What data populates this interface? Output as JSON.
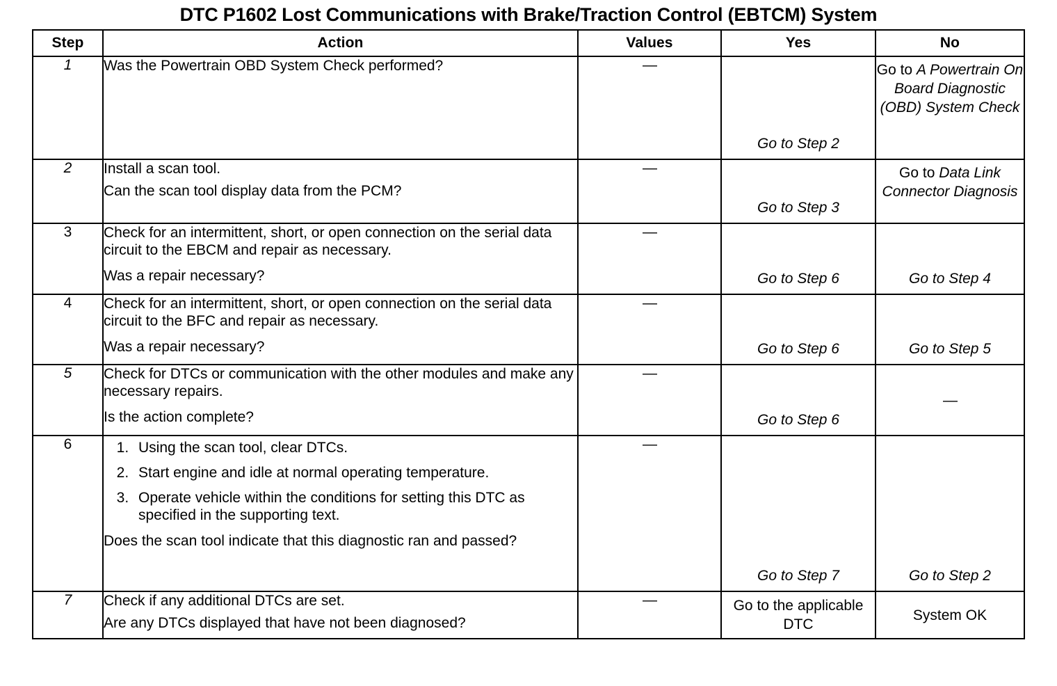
{
  "document": {
    "title": "DTC P1602 Lost Communications with Brake/Traction Control (EBTCM) System"
  },
  "table": {
    "headers": {
      "step": "Step",
      "action": "Action",
      "values": "Values",
      "yes": "Yes",
      "no": "No"
    },
    "rows": [
      {
        "step": "1",
        "action_lines": [
          "Was the Powertrain OBD System Check performed?"
        ],
        "values": "—",
        "yes": "Go to Step 2",
        "no_prefix": "Go to ",
        "no_italic": "A Powertrain On Board Diagnostic (OBD) System Check"
      },
      {
        "step": "2",
        "action_lines": [
          "Install a scan tool.",
          "Can the scan tool display data from the PCM?"
        ],
        "values": "—",
        "yes": "Go to Step 3",
        "no_prefix": "Go to ",
        "no_italic": "Data Link Connector Diagnosis"
      },
      {
        "step": "3",
        "action_lines": [
          "Check for an intermittent, short, or open connection on the serial data circuit to the EBCM and repair as necessary.",
          "Was a repair necessary?"
        ],
        "values": "—",
        "yes": "Go to Step 6",
        "no": "Go to Step 4"
      },
      {
        "step": "4",
        "action_lines": [
          "Check for an intermittent, short, or open connection on the serial data circuit to the BFC and repair as necessary.",
          "Was a repair necessary?"
        ],
        "values": "—",
        "yes": "Go to Step 6",
        "no": "Go to Step 5"
      },
      {
        "step": "5",
        "action_lines": [
          "Check for DTCs or communication with the other modules and make any necessary repairs.",
          "Is the action complete?"
        ],
        "values": "—",
        "yes": "Go to Step 6",
        "no": "—"
      },
      {
        "step": "6",
        "substeps": [
          "Using the scan tool, clear DTCs.",
          "Start engine and idle at normal operating temperature.",
          "Operate vehicle within the conditions for setting this DTC as specified in the supporting text."
        ],
        "action_tail": "Does the scan tool indicate that this diagnostic ran and passed?",
        "values": "—",
        "yes": "Go to Step 7",
        "no": "Go to Step 2"
      },
      {
        "step": "7",
        "action_lines": [
          "Check if any additional DTCs are set.",
          "Are any DTCs displayed that have not been diagnosed?"
        ],
        "values": "—",
        "yes": "Go to the applicable DTC",
        "no": "System OK"
      }
    ]
  }
}
